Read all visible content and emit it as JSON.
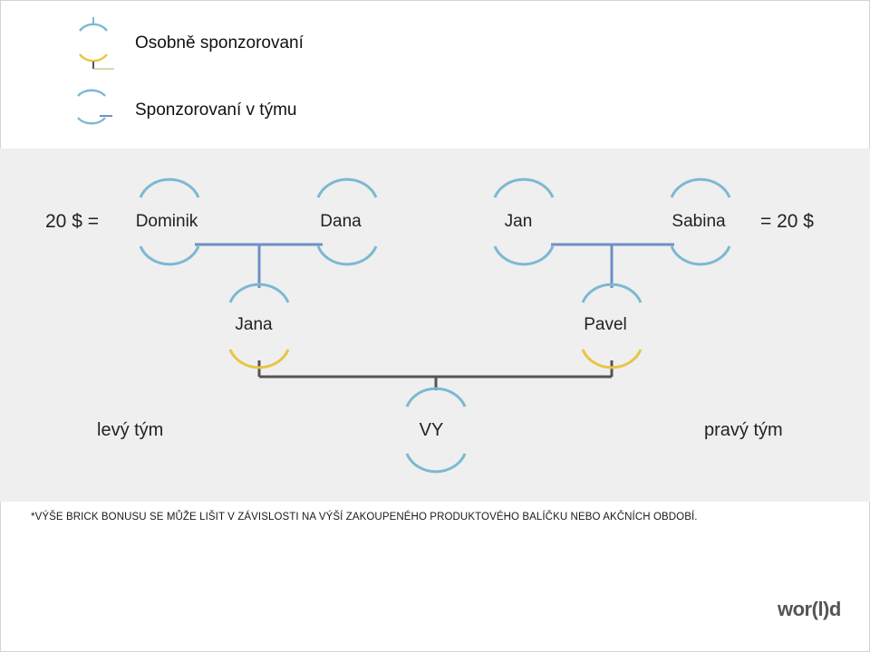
{
  "legend": [
    {
      "label": "Osobně sponzorovaní",
      "type": "personal"
    },
    {
      "label": "Sponzorovaní v týmu",
      "type": "team"
    }
  ],
  "tree": {
    "bonus_left": "20 $ =",
    "bonus_right": "= 20 $",
    "top_row": [
      {
        "name": "Dominik"
      },
      {
        "name": "Dana"
      },
      {
        "name": "Jan"
      },
      {
        "name": "Sabina"
      }
    ],
    "middle_row": [
      {
        "name": "Jana"
      },
      {
        "name": "Pavel"
      }
    ],
    "root": {
      "name": "VY"
    },
    "left_team": "levý tým",
    "right_team": "pravý tým"
  },
  "footnote": "*VÝŠE BRICK BONUSU SE MŮŽE LIŠIT V ZÁVISLOSTI NA VÝŠÍ ZAKOUPENÉHO  PRODUKTOVÉHO BALÍČKU NEBO AKČNÍCH OBDOBÍ.",
  "logo": "wor(l)d",
  "colors": {
    "team_arc": "#7db8d3",
    "personal_arc": "#e8c548",
    "team_connector": "#6f8fc7",
    "personal_connector": "#555555",
    "band": "#efefef"
  }
}
